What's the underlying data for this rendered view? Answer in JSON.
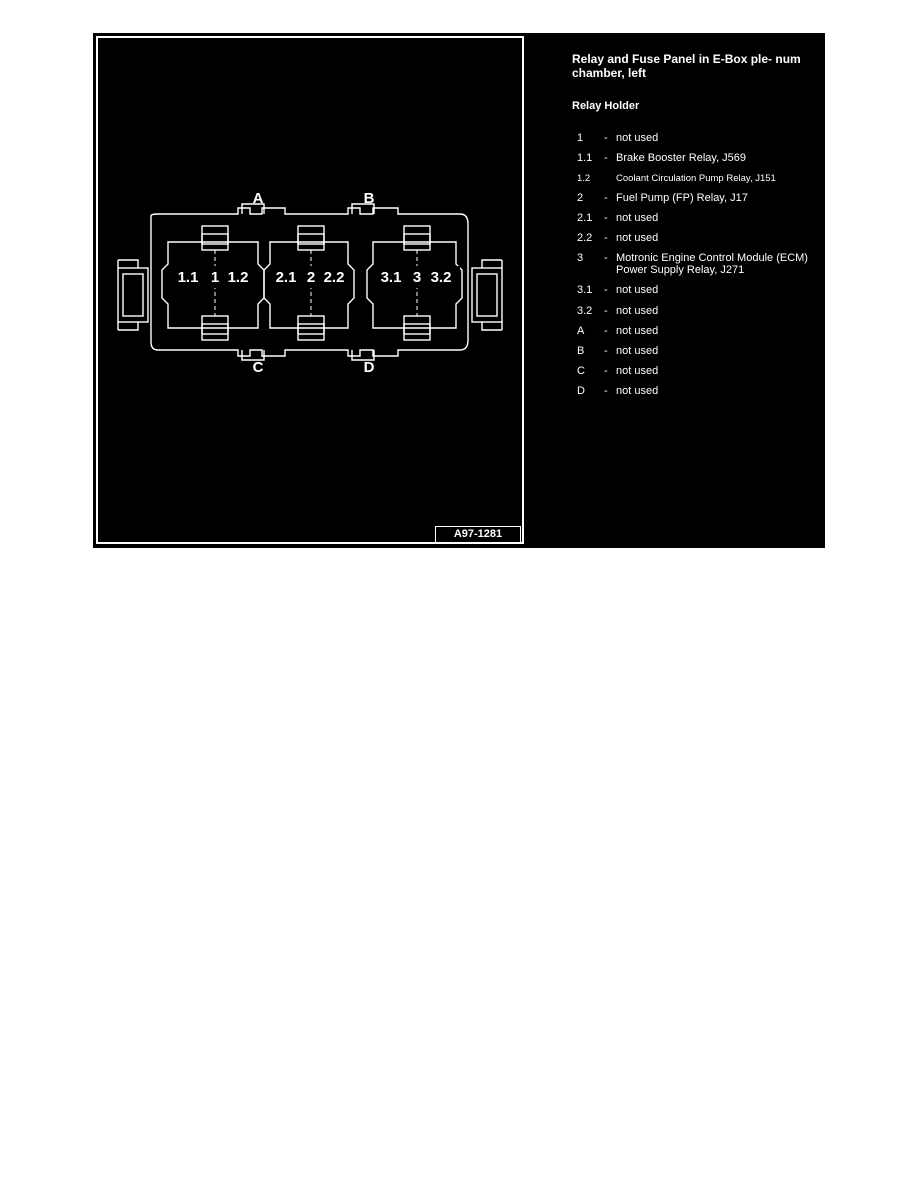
{
  "diagram": {
    "position_labels": [
      "1.1",
      "1",
      "1.2",
      "2.1",
      "2",
      "2.2",
      "3.1",
      "3",
      "3.2"
    ],
    "fuse_labels": [
      "A",
      "B",
      "C",
      "D"
    ],
    "figure_id": "A97-1281"
  },
  "legend": {
    "title": "Relay and Fuse Panel in E-Box ple- num chamber, left",
    "subtitle": "Relay Holder",
    "items": [
      {
        "key": "1",
        "dash": "-",
        "text": "not used"
      },
      {
        "key": "1.1",
        "dash": "-",
        "text": "Brake Booster Relay, J569"
      },
      {
        "key": "1.2",
        "dash": "",
        "text": "Coolant Circulation Pump Relay, J151"
      },
      {
        "key": "2",
        "dash": "-",
        "text": "Fuel Pump (FP) Relay, J17"
      },
      {
        "key": "2.1",
        "dash": "-",
        "text": "not used"
      },
      {
        "key": "2.2",
        "dash": "-",
        "text": "not used"
      },
      {
        "key": "3",
        "dash": "-",
        "text": "Motronic Engine Control Module (ECM) Power Supply Relay, J271"
      },
      {
        "key": "3.1",
        "dash": "-",
        "text": "not used"
      },
      {
        "key": "3.2",
        "dash": "-",
        "text": "not used"
      },
      {
        "key": "A",
        "dash": "-",
        "text": "not used"
      },
      {
        "key": "B",
        "dash": "-",
        "text": "not used"
      },
      {
        "key": "C",
        "dash": "-",
        "text": "not used"
      },
      {
        "key": "D",
        "dash": "-",
        "text": "not used"
      }
    ]
  }
}
